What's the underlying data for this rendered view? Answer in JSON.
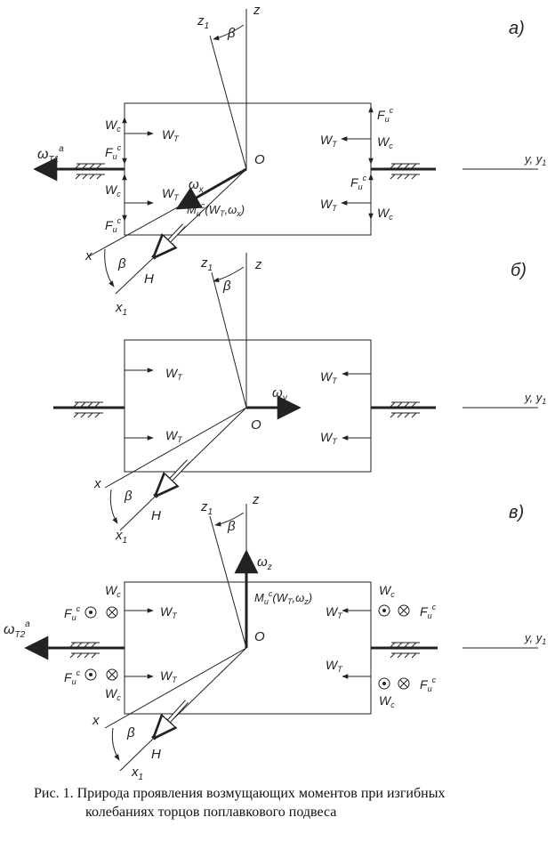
{
  "labels": {
    "panel_a": "а)",
    "panel_b": "б)",
    "panel_c": "в)",
    "z": "z",
    "z1": "z",
    "z1_sub": "1",
    "beta": "β",
    "origin": "O",
    "axis_y": "y, y",
    "axis_y_sub": "1",
    "axis_x": "x",
    "axis_x1": "x",
    "axis_x1_sub": "1",
    "H": "H",
    "Wc": "W",
    "Wc_sub": "c",
    "WT": "W",
    "WT_sub": "T",
    "Fu": "F",
    "Fu_sub": "u",
    "Fu_sup": "c",
    "omega": "ω",
    "omega_T1_sub": "T1",
    "omega_T2_sub": "T2",
    "omega_sup": "a",
    "omega_x_sub": "x",
    "omega_y_sub": "y",
    "omega_z_sub": "z",
    "moment_a": "M",
    "moment_a_rest": "(W",
    "moment_a_tail": ",ω",
    "moment_sub_u": "u",
    "moment_sup_c": "c",
    "moment_T": "T",
    "moment_x": "x",
    "moment_z": "z",
    "close_paren": ")"
  },
  "caption": {
    "line1": "Рис. 1. Природа проявления возмущающих моментов при изгибных",
    "line2": "колебаниях торцов поплавкового подвеса"
  }
}
